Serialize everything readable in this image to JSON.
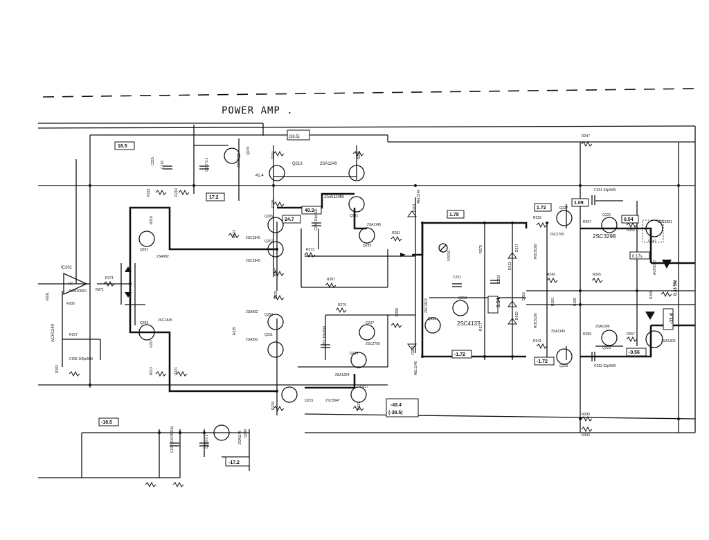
{
  "title": "POWER AMP .",
  "voltage_boxes": [
    {
      "id": "v1",
      "text": "16.5"
    },
    {
      "id": "v2",
      "text": "17.2"
    },
    {
      "id": "v3",
      "text": "41.4"
    },
    {
      "id": "v4",
      "text": "24.7"
    },
    {
      "id": "v5",
      "text": "40.3"
    },
    {
      "id": "v6",
      "text": "(38.5)"
    },
    {
      "id": "v7",
      "text": "1.78"
    },
    {
      "id": "v8",
      "text": "0.54"
    },
    {
      "id": "v9",
      "text": "1.72"
    },
    {
      "id": "v10",
      "text": "1.09"
    },
    {
      "id": "v11",
      "text": "0.54"
    },
    {
      "id": "v12",
      "text": "-1.72"
    },
    {
      "id": "v13",
      "text": "-1.72"
    },
    {
      "id": "v14",
      "text": "-0.56"
    },
    {
      "id": "v15",
      "text": "-16.5"
    },
    {
      "id": "v16",
      "text": "-17.2"
    },
    {
      "id": "v17",
      "text": "-43.4"
    },
    {
      "id": "v18",
      "text": "(-38.5)"
    },
    {
      "id": "v19",
      "text": "0.17s"
    },
    {
      "id": "v20",
      "text": "-11.4"
    }
  ],
  "components": [
    {
      "id": "c1",
      "text": "Q213"
    },
    {
      "id": "c2",
      "text": "2SA1240"
    },
    {
      "id": "c3",
      "text": "2SA1048"
    },
    {
      "id": "c4",
      "text": "2SA1145"
    },
    {
      "id": "c5",
      "text": "Q235"
    },
    {
      "id": "c6",
      "text": "Q231"
    },
    {
      "id": "c7",
      "text": "2SC1845"
    },
    {
      "id": "c8",
      "text": "2SC1845"
    },
    {
      "id": "c9",
      "text": "2SA992"
    },
    {
      "id": "c10",
      "text": "Q201"
    },
    {
      "id": "c11",
      "text": "Q203"
    },
    {
      "id": "c12",
      "text": "2SC1845"
    },
    {
      "id": "c13",
      "text": "Q205"
    },
    {
      "id": "c14",
      "text": "Q207"
    },
    {
      "id": "c15",
      "text": "Q209"
    },
    {
      "id": "c16",
      "text": "Q211"
    },
    {
      "id": "c17",
      "text": "2SA992"
    },
    {
      "id": "c18",
      "text": "2SA992"
    },
    {
      "id": "c19",
      "text": "2SC2705"
    },
    {
      "id": "c20",
      "text": "Q239"
    },
    {
      "id": "c21",
      "text": "IC201"
    },
    {
      "id": "c22",
      "text": "NJM2082D"
    },
    {
      "id": "c23",
      "text": "1/2"
    },
    {
      "id": "c24",
      "text": "R271"
    },
    {
      "id": "c25",
      "text": "2SC4137"
    },
    {
      "id": "c26",
      "text": "Q225"
    },
    {
      "id": "c27",
      "text": "2SC2603"
    },
    {
      "id": "c28",
      "text": "2SC2705"
    },
    {
      "id": "c29",
      "text": "Q227"
    },
    {
      "id": "c30",
      "text": "2SC3298"
    },
    {
      "id": "c31",
      "text": "Q221"
    },
    {
      "id": "c32",
      "text": "2SC3281"
    },
    {
      "id": "c33",
      "text": "2SA1145"
    },
    {
      "id": "c34",
      "text": "Q229"
    },
    {
      "id": "c35",
      "text": "2SA1306"
    },
    {
      "id": "c36",
      "text": "Q223"
    },
    {
      "id": "c37",
      "text": "2SA1302"
    },
    {
      "id": "c38",
      "text": "2SC5047"
    },
    {
      "id": "c39",
      "text": "2SA1254"
    },
    {
      "id": "c40",
      "text": "Q215"
    },
    {
      "id": "c41",
      "text": "Q217"
    },
    {
      "id": "c42",
      "text": "2SC2705"
    },
    {
      "id": "c43",
      "text": "Q237"
    },
    {
      "id": "c44",
      "text": "2SA1145"
    },
    {
      "id": "c45",
      "text": "Q240"
    },
    {
      "id": "c46",
      "text": "ACH1087"
    },
    {
      "id": "c47",
      "text": "PD15C80"
    },
    {
      "id": "c48",
      "text": "RD15C80"
    },
    {
      "id": "c49",
      "text": "0.33 5W"
    },
    {
      "id": "c50",
      "text": "AEL1146"
    },
    {
      "id": "c51",
      "text": "AEL1146"
    },
    {
      "id": "c52",
      "text": "VR201"
    },
    {
      "id": "c53",
      "text": "ACH1240"
    },
    {
      "id": "c54",
      "text": "C251 33p/500"
    },
    {
      "id": "c55",
      "text": "C253 33p/500"
    },
    {
      "id": "c56",
      "text": "C209 10p/500"
    },
    {
      "id": "c57",
      "text": "C211 10p/500"
    },
    {
      "id": "c58",
      "text": "C205 100p/500"
    },
    {
      "id": "c59",
      "text": "C217 0.1"
    },
    {
      "id": "c60",
      "text": "C218 0.1"
    },
    {
      "id": "c61",
      "text": "C220 100/25(EA)"
    },
    {
      "id": "c62",
      "text": "R247"
    },
    {
      "id": "c63",
      "text": "R299"
    },
    {
      "id": "c64",
      "text": "R300"
    },
    {
      "id": "c65",
      "text": "R239"
    },
    {
      "id": "c66",
      "text": "R241"
    },
    {
      "id": "c67",
      "text": "R243"
    },
    {
      "id": "c68",
      "text": "R265"
    },
    {
      "id": "c69",
      "text": "R273"
    },
    {
      "id": "c70",
      "text": "R279"
    },
    {
      "id": "c71",
      "text": "R281"
    },
    {
      "id": "c72",
      "text": "R257"
    },
    {
      "id": "c73",
      "text": "R259"
    },
    {
      "id": "c74",
      "text": "R267"
    },
    {
      "id": "c75",
      "text": "R263"
    },
    {
      "id": "c76",
      "text": "R231"
    },
    {
      "id": "c77",
      "text": "R235"
    },
    {
      "id": "c78",
      "text": "R245"
    },
    {
      "id": "c79",
      "text": "R233"
    },
    {
      "id": "c80",
      "text": "R237"
    },
    {
      "id": "c81",
      "text": "R211"
    },
    {
      "id": "c82",
      "text": "R219"
    },
    {
      "id": "c83",
      "text": "R215"
    },
    {
      "id": "c84",
      "text": "R213"
    },
    {
      "id": "c85",
      "text": "R217"
    },
    {
      "id": "c86",
      "text": "R221"
    },
    {
      "id": "c87",
      "text": "R223"
    },
    {
      "id": "c88",
      "text": "R225"
    },
    {
      "id": "c89",
      "text": "R227"
    },
    {
      "id": "c90",
      "text": "R229"
    },
    {
      "id": "c91",
      "text": "R205"
    },
    {
      "id": "c92",
      "text": "R207"
    },
    {
      "id": "c93",
      "text": "R201"
    },
    {
      "id": "c94",
      "text": "R203"
    },
    {
      "id": "c95",
      "text": "D213"
    },
    {
      "id": "c96",
      "text": "D217"
    },
    {
      "id": "c97",
      "text": "D219"
    },
    {
      "id": "c98",
      "text": "D215"
    },
    {
      "id": "c99",
      "text": "D223"
    },
    {
      "id": "c100",
      "text": "D201"
    },
    {
      "id": "c101",
      "text": "C231"
    },
    {
      "id": "c102",
      "text": "C233"
    },
    {
      "id": "c103",
      "text": "R275"
    },
    {
      "id": "c104",
      "text": "R277"
    },
    {
      "id": "c105",
      "text": "C219"
    },
    {
      "id": "c106",
      "text": "C215"
    },
    {
      "id": "c107",
      "text": "R269"
    },
    {
      "id": "c108",
      "text": "R271"
    },
    {
      "id": "c109",
      "text": "R283"
    },
    {
      "id": "c110",
      "text": "R285"
    },
    {
      "id": "c111",
      "text": "R287"
    },
    {
      "id": "c112",
      "text": "R289"
    },
    {
      "id": "c113",
      "text": "Q233"
    },
    {
      "id": "c114",
      "text": "Q219"
    },
    {
      "id": "c115",
      "text": "Q241"
    }
  ]
}
